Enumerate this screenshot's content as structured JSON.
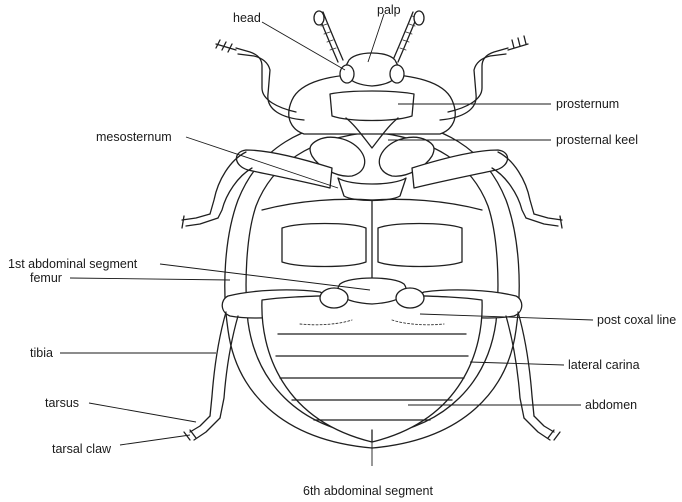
{
  "labels": {
    "head": "head",
    "palp": "palp",
    "prosternum": "prosternum",
    "prosternal_keel": "prosternal keel",
    "mesosternum": "mesosternum",
    "first_abdominal_segment": "1st abdominal segment",
    "femur": "femur",
    "tibia": "tibia",
    "tarsus": "tarsus",
    "tarsal_claw": "tarsal claw",
    "post_coxal_line": "post coxal line",
    "lateral_carina": "lateral carina",
    "abdomen": "abdomen",
    "sixth_abdominal_segment": "6th abdominal segment"
  }
}
